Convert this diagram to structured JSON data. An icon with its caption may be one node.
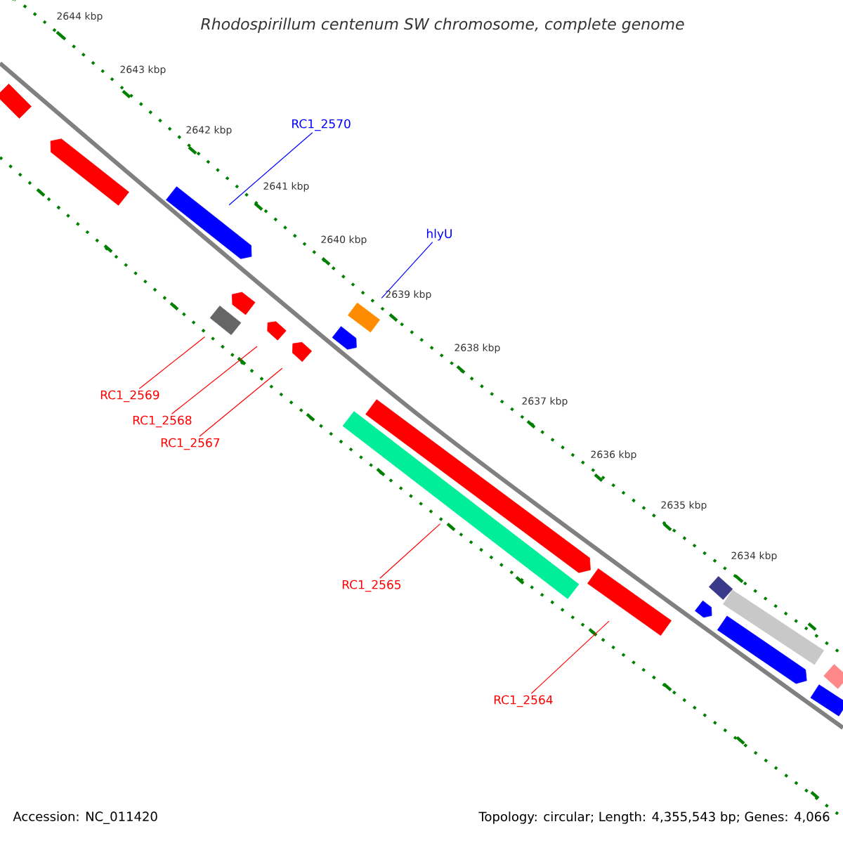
{
  "diagram": {
    "title": "*Rhodospirillum centenum* SW chromosome, complete genome",
    "nodes": [
      {
        "text": [],
        "shape": "bar"
      },
      {
        "text": [],
        "shape": "bar"
      },
      {
        "text": [
          "RC1_2570"
        ]
      },
      {
        "text": [],
        "shape": "bar"
      },
      {
        "text": [
          "hlyU"
        ]
      },
      {
        "text": [],
        "shape": "bar"
      },
      {
        "text": [],
        "shape": "bar"
      },
      {
        "text": [],
        "shape": "bar"
      },
      {
        "text": [],
        "shape": "bar"
      },
      {
        "text": [],
        "shape": "bar"
      },
      {
        "text": [],
        "shape": "bar"
      },
      {
        "text": [
          "RC1_2569"
        ]
      },
      {
        "text": [
          "RC1_2568"
        ]
      },
      {
        "text": [
          "RC1_2567"
        ]
      },
      {
        "text": [],
        "shape": "bar"
      },
      {
        "text": [],
        "shape": "bar"
      },
      {
        "text": [
          "RC1_2565"
        ]
      },
      {
        "text": [],
        "shape": "bar"
      },
      {
        "text": [],
        "shape": "bar"
      },
      {
        "text": [],
        "shape": "bar"
      },
      {
        "text": [],
        "shape": "bar"
      },
      {
        "text": [],
        "shape": "bar"
      },
      {
        "text": [],
        "shape": "bar"
      },
      {
        "text": [],
        "shape": "bar"
      },
      {
        "text": [
          "RC1_2564"
        ]
      }
    ],
    "edges": [
      {
        "from": 2,
        "to": 3,
        "arrow": "none",
        "color": "#0000ff"
      },
      {
        "from": 4,
        "to": 7,
        "arrow": "none",
        "color": "#0000ff"
      },
      {
        "from": 11,
        "to": 6,
        "arrow": "none"
      },
      {
        "from": 12,
        "to": 8,
        "arrow": "none"
      },
      {
        "from": 13,
        "to": 10,
        "arrow": "none"
      },
      {
        "from": 16,
        "to": 15,
        "arrow": "none"
      },
      {
        "from": 24,
        "to": 17,
        "arrow": "none"
      }
    ],
    "labels": [
      "2644 kbp",
      "2643 kbp",
      "2642 kbp",
      "2641 kbp",
      "2640 kbp",
      "2639 kbp",
      "2638 kbp",
      "2637 kbp",
      "2636 kbp",
      "2635 kbp",
      "2634 kbp",
      "Accession: NC_011420",
      "Topology: circular; Length: 4,355,543 bp; Genes: 4,066"
    ]
  }
}
